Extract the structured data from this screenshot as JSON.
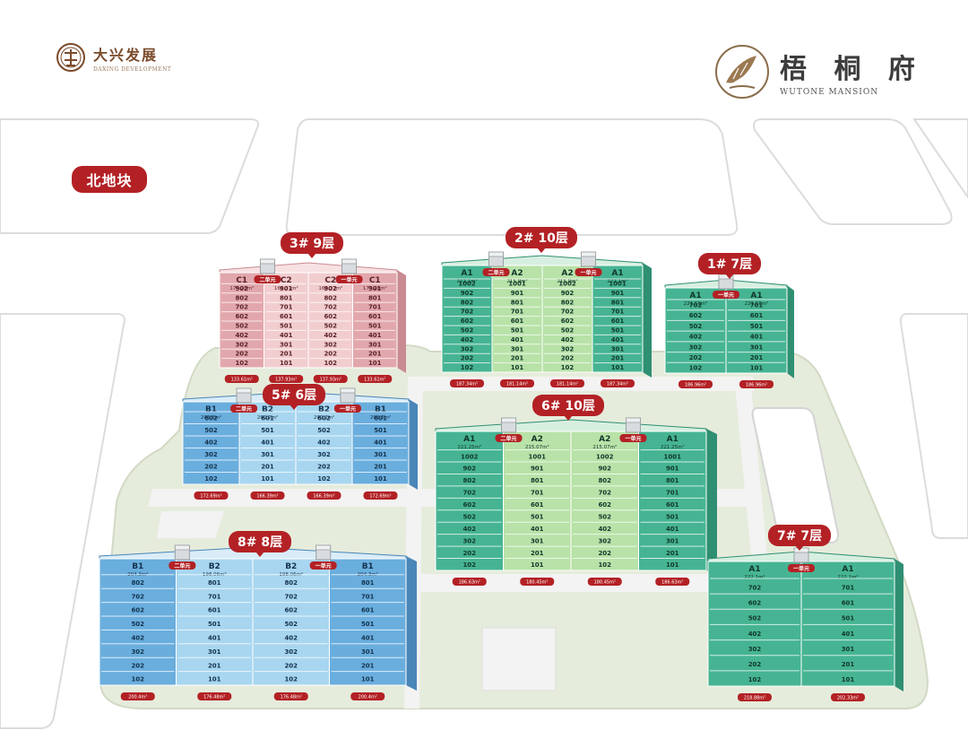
{
  "brand_left": {
    "name_cn": "大兴发展",
    "name_en": "DAXING DEVELOPMENT",
    "seal_icon": "daxing-seal-icon"
  },
  "brand_right": {
    "name_cn": "梧 桐 府",
    "name_en": "WUTONE MANSION",
    "emblem_icon": "wutong-leaf-emblem-icon"
  },
  "lot_label": "北地块",
  "colors": {
    "label_red": "#b32125",
    "green_front": "#46b493",
    "green_light": "#b8e2a8",
    "pink_front": "#e2a7ac",
    "blue_front": "#6aaede",
    "blue_light": "#a8d6f0",
    "greenspace": "#e6ecdc",
    "road": "#f3f3f3"
  },
  "buildings": [
    {
      "id": "3",
      "label": "3# 9层",
      "scheme": "pink",
      "units": [
        {
          "type": "C1",
          "area": "174.28m²",
          "floors": [
            "902",
            "802",
            "702",
            "602",
            "502",
            "402",
            "302",
            "202",
            "102"
          ],
          "tag": "133.61m²"
        },
        {
          "type": "C2",
          "area": "168.37m²",
          "floors": [
            "901",
            "801",
            "701",
            "601",
            "501",
            "401",
            "301",
            "201",
            "101"
          ],
          "tag": "137.93m²"
        },
        {
          "type": "C2",
          "area": "168.37m²",
          "floors": [
            "902",
            "802",
            "702",
            "602",
            "502",
            "402",
            "302",
            "202",
            "102"
          ],
          "tag": "137.93m²"
        },
        {
          "type": "C1",
          "area": "174.28m²",
          "floors": [
            "901",
            "801",
            "701",
            "601",
            "501",
            "401",
            "301",
            "201",
            "101"
          ],
          "tag": "133.61m²"
        }
      ],
      "entrances": [
        "二单元",
        "一单元"
      ]
    },
    {
      "id": "2",
      "label": "2# 10层",
      "scheme": "green",
      "units": [
        {
          "type": "A1",
          "area": "222.1m²",
          "floors": [
            "1002",
            "902",
            "802",
            "702",
            "602",
            "502",
            "402",
            "302",
            "202",
            "102"
          ],
          "tag": "187.34m²"
        },
        {
          "type": "A2",
          "area": "215.9m²",
          "floors": [
            "1001",
            "901",
            "801",
            "701",
            "601",
            "501",
            "401",
            "301",
            "201",
            "101"
          ],
          "tag": "181.14m²"
        },
        {
          "type": "A2",
          "area": "215.9m²",
          "floors": [
            "1002",
            "902",
            "802",
            "702",
            "602",
            "502",
            "402",
            "302",
            "202",
            "102"
          ],
          "tag": "181.14m²"
        },
        {
          "type": "A1",
          "area": "222.1m²",
          "floors": [
            "1001",
            "901",
            "801",
            "701",
            "601",
            "501",
            "401",
            "301",
            "201",
            "101"
          ],
          "tag": "187.34m²"
        }
      ],
      "entrances": [
        "二单元",
        "一单元"
      ]
    },
    {
      "id": "1",
      "label": "1# 7层",
      "scheme": "green",
      "units": [
        {
          "type": "A1",
          "area": "221.58m²",
          "floors": [
            "702",
            "602",
            "502",
            "402",
            "302",
            "202",
            "102"
          ],
          "tag": "186.96m²"
        },
        {
          "type": "A1",
          "area": "221.58m²",
          "floors": [
            "701",
            "601",
            "501",
            "401",
            "301",
            "201",
            "101"
          ],
          "tag": "186.96m²"
        }
      ],
      "entrances": [
        "一单元"
      ]
    },
    {
      "id": "5",
      "label": "5# 6层",
      "scheme": "blue",
      "units": [
        {
          "type": "B1",
          "area": "206.5m²",
          "floors": [
            "602",
            "502",
            "402",
            "302",
            "202",
            "102"
          ],
          "tag": "172.69m²"
        },
        {
          "type": "B2",
          "area": "200.2m²",
          "floors": [
            "601",
            "501",
            "401",
            "301",
            "201",
            "101"
          ],
          "tag": "166.39m²"
        },
        {
          "type": "B2",
          "area": "200.2m²",
          "floors": [
            "602",
            "502",
            "402",
            "302",
            "202",
            "102"
          ],
          "tag": "166.39m²"
        },
        {
          "type": "B1",
          "area": "206.5m²",
          "floors": [
            "601",
            "501",
            "401",
            "301",
            "201",
            "101"
          ],
          "tag": "172.69m²"
        }
      ],
      "entrances": [
        "二单元",
        "一单元"
      ]
    },
    {
      "id": "6",
      "label": "6# 10层",
      "scheme": "green",
      "units": [
        {
          "type": "A1",
          "area": "221.25m²",
          "floors": [
            "1002",
            "902",
            "802",
            "702",
            "602",
            "502",
            "402",
            "302",
            "202",
            "102"
          ],
          "tag": "186.63m²"
        },
        {
          "type": "A2",
          "area": "215.07m²",
          "floors": [
            "1001",
            "901",
            "801",
            "701",
            "601",
            "501",
            "401",
            "301",
            "201",
            "101"
          ],
          "tag": "180.45m²"
        },
        {
          "type": "A2",
          "area": "215.07m²",
          "floors": [
            "1002",
            "902",
            "802",
            "702",
            "602",
            "502",
            "402",
            "302",
            "202",
            "102"
          ],
          "tag": "180.45m²"
        },
        {
          "type": "A1",
          "area": "221.25m²",
          "floors": [
            "1001",
            "901",
            "801",
            "701",
            "601",
            "501",
            "401",
            "301",
            "201",
            "101"
          ],
          "tag": "186.63m²"
        }
      ],
      "entrances": [
        "二单元",
        "一单元"
      ]
    },
    {
      "id": "8",
      "label": "8# 8层",
      "scheme": "blue",
      "units": [
        {
          "type": "B1",
          "area": "204.3m²",
          "floors": [
            "802",
            "702",
            "602",
            "502",
            "402",
            "302",
            "202",
            "102"
          ],
          "tag": "200.4m²"
        },
        {
          "type": "B2",
          "area": "198.06m²",
          "floors": [
            "801",
            "701",
            "601",
            "501",
            "401",
            "301",
            "201",
            "101"
          ],
          "tag": "176.48m²"
        },
        {
          "type": "B2",
          "area": "198.06m²",
          "floors": [
            "802",
            "702",
            "602",
            "502",
            "402",
            "302",
            "202",
            "102"
          ],
          "tag": "176.48m²"
        },
        {
          "type": "B1",
          "area": "204.3m²",
          "floors": [
            "801",
            "701",
            "601",
            "501",
            "401",
            "301",
            "201",
            "101"
          ],
          "tag": "200.4m²"
        }
      ],
      "entrances": [
        "二单元",
        "一单元"
      ]
    },
    {
      "id": "7",
      "label": "7# 7层",
      "scheme": "green",
      "units": [
        {
          "type": "A1",
          "area": "222.1m²",
          "floors": [
            "702",
            "602",
            "502",
            "402",
            "302",
            "202",
            "102"
          ],
          "tag": "218.88m²"
        },
        {
          "type": "A1",
          "area": "222.1m²",
          "floors": [
            "701",
            "601",
            "501",
            "401",
            "301",
            "201",
            "101"
          ],
          "tag": "202.33m²"
        }
      ],
      "entrances": [
        "一单元"
      ]
    }
  ]
}
